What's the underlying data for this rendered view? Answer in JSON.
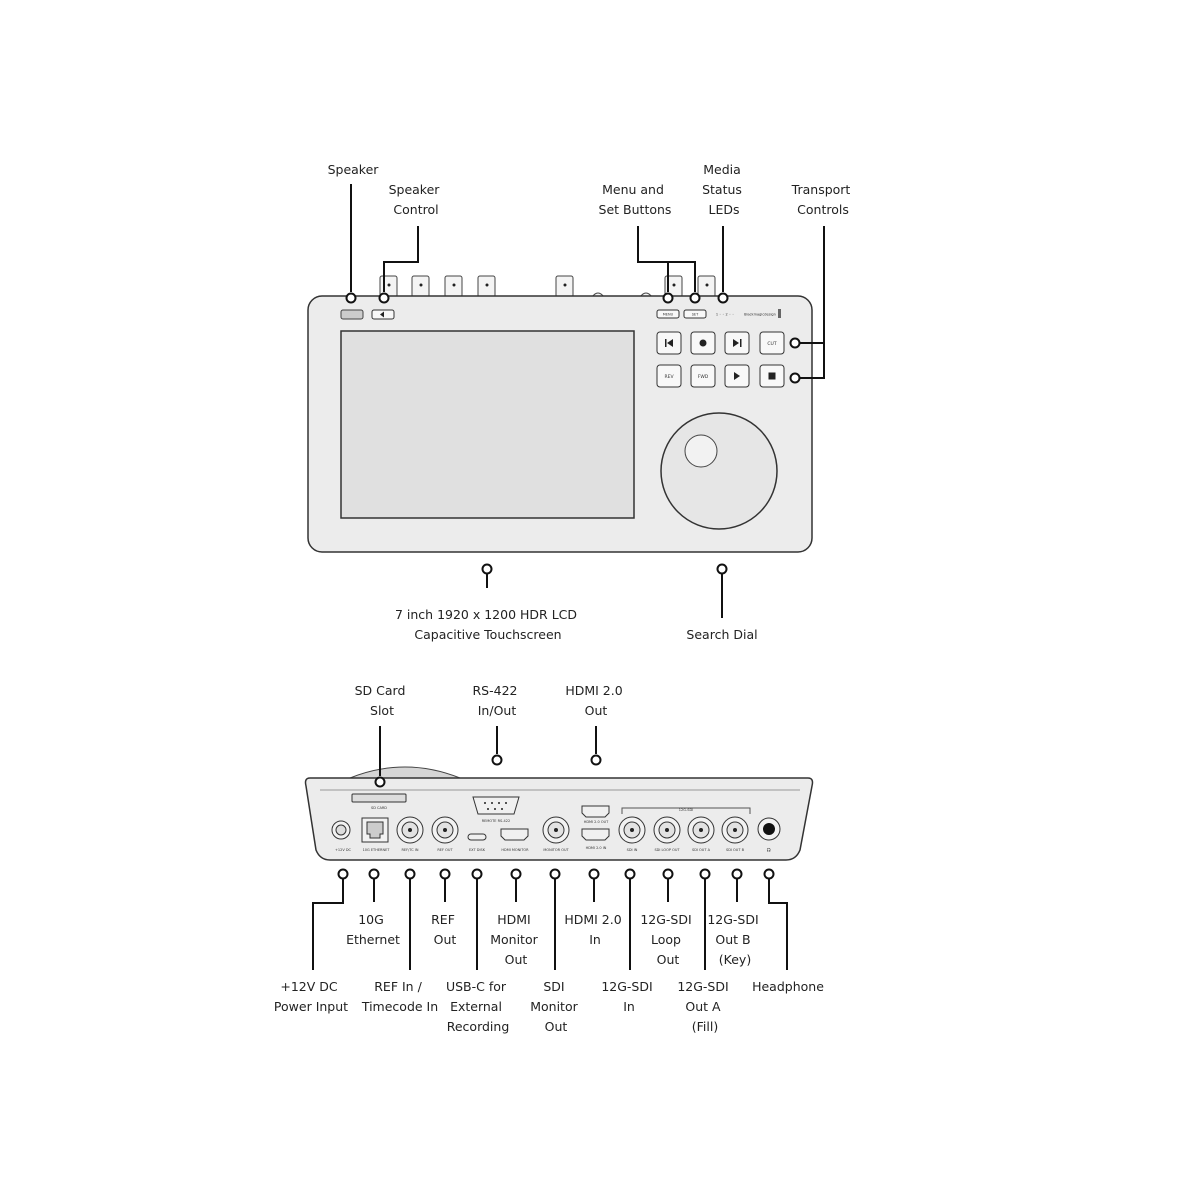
{
  "top_view": {
    "labels": {
      "speaker": [
        "Speaker"
      ],
      "speaker_control": [
        "Speaker",
        "Control"
      ],
      "menu_set": [
        "Menu and",
        "Set Buttons"
      ],
      "media_leds": [
        "Media",
        "Status",
        "LEDs"
      ],
      "transport": [
        "Transport",
        "Controls"
      ],
      "lcd": [
        "7 inch 1920 x 1200 HDR LCD",
        "Capacitive Touchscreen"
      ],
      "search_dial": [
        "Search Dial"
      ]
    },
    "panel_text": {
      "menu": "MENU",
      "set": "SET",
      "leds": "1 ◦ ◦   2 ◦ ◦",
      "logo": "Blackmagicdesign",
      "cut": "CUT",
      "rev": "REV",
      "fwd": "FWD"
    }
  },
  "rear_view": {
    "labels": {
      "sd_card": [
        "SD Card",
        "Slot"
      ],
      "rs422": [
        "RS-422",
        "In/Out"
      ],
      "hdmi_out": [
        "HDMI 2.0",
        "Out"
      ],
      "power": [
        "+12V DC",
        "Power Input"
      ],
      "ethernet": [
        "10G",
        "Ethernet"
      ],
      "ref_in": [
        "REF In /",
        "Timecode In"
      ],
      "ref_out": [
        "REF",
        "Out"
      ],
      "usbc": [
        "USB-C for",
        "External",
        "Recording"
      ],
      "hdmi_monitor": [
        "HDMI",
        "Monitor",
        "Out"
      ],
      "sdi_monitor": [
        "SDI",
        "Monitor",
        "Out"
      ],
      "hdmi_in": [
        "HDMI 2.0",
        "In"
      ],
      "sdi_in": [
        "12G-SDI",
        "In"
      ],
      "sdi_loop": [
        "12G-SDI",
        "Loop",
        "Out"
      ],
      "sdi_out_a": [
        "12G-SDI",
        "Out A",
        "(Fill)"
      ],
      "sdi_out_b": [
        "12G-SDI",
        "Out B",
        "(Key)"
      ],
      "headphone": [
        "Headphone"
      ]
    },
    "panel_text": {
      "sd_card": "SD CARD",
      "remote": "REMOTE RS-422",
      "hdmi_out": "HDMI 2.0 OUT",
      "hdmi_in": "HDMI 2.0 IN",
      "sdi_group": "12G-SDI",
      "power": "+12V DC",
      "ethernet": "10G ETHERNET",
      "ref_in": "REF/TC IN",
      "ref_out": "REF OUT",
      "usbc": "EXT DISK",
      "hdmi_monitor": "HDMI MONITOR",
      "sdi_monitor": "MONITOR OUT",
      "sdi_in": "SDI IN",
      "sdi_loop": "SDI LOOP OUT",
      "sdi_out_a": "SDI OUT A",
      "sdi_out_b": "SDI OUT B"
    }
  }
}
